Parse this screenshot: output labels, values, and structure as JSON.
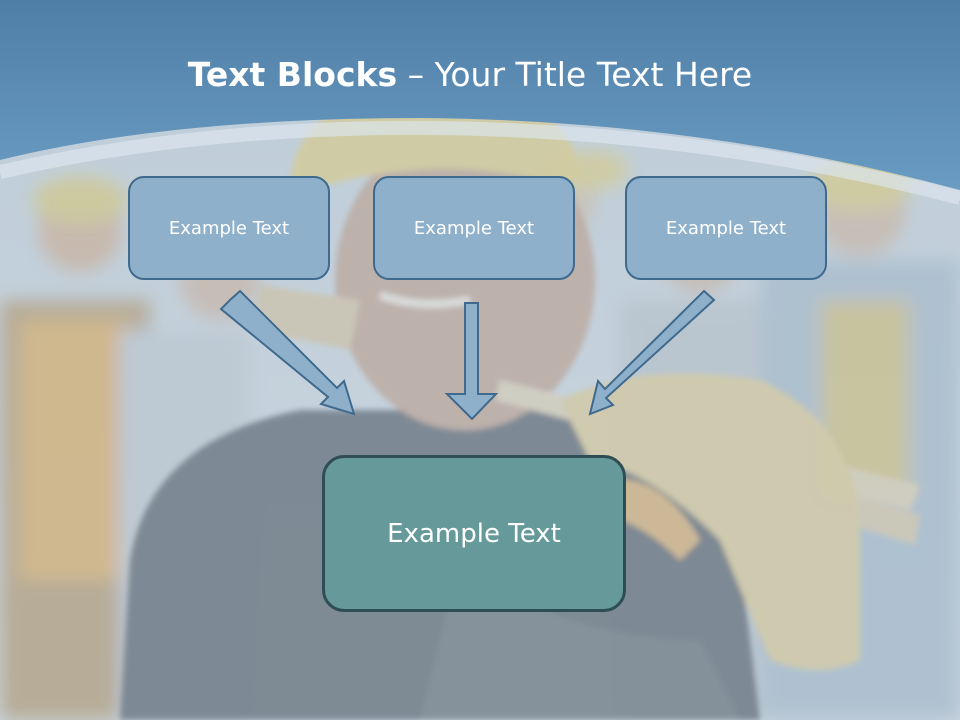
{
  "slide": {
    "title_bold": "Text Blocks",
    "title_separator": " – ",
    "title_rest": "Your Title Text Here"
  },
  "blocks": [
    {
      "label": "Example Text"
    },
    {
      "label": "Example Text"
    },
    {
      "label": "Example Text"
    }
  ],
  "target": {
    "label": "Example Text"
  },
  "colors": {
    "header_blue": "#5b8db4",
    "box_fill": "#8eb0cb",
    "box_border": "#3f6a8e",
    "target_fill": "#669999",
    "target_border": "#2e4d55",
    "arrow_fill": "#8eb0cb"
  }
}
